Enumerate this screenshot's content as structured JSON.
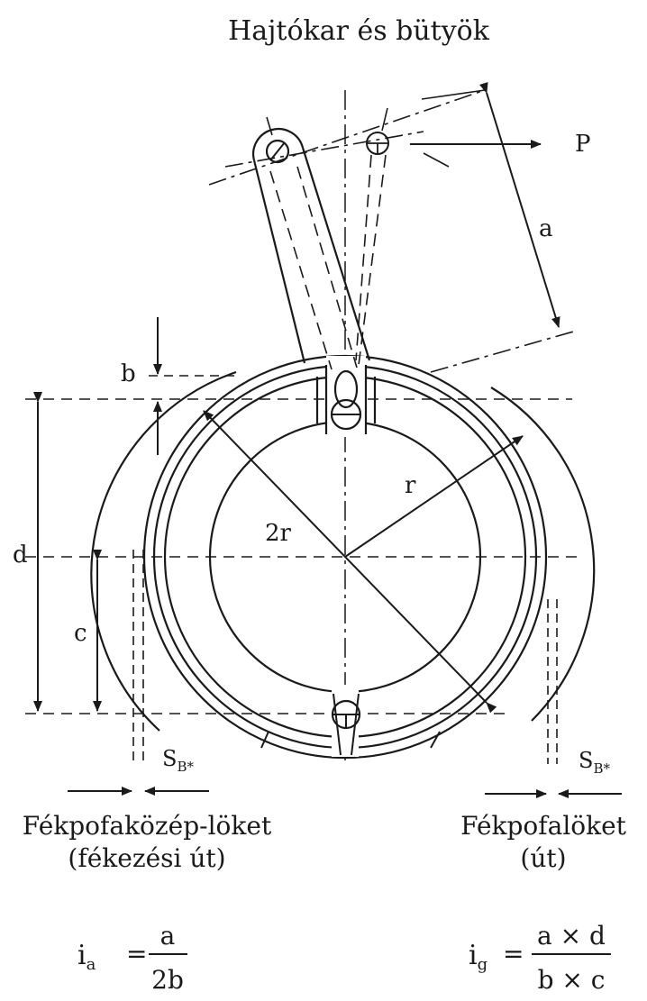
{
  "title": "Hajtókar és bütyök",
  "labels": {
    "force": "P",
    "a": "a",
    "b": "b",
    "c": "c",
    "d": "d",
    "r": "r",
    "two_r": "2r",
    "sb": "S",
    "sb_sub": "B*"
  },
  "captions": {
    "left_line1": "Fékpofaközép-löket",
    "left_line2": "(fékezési út)",
    "right_line1": "Fékpofalöket",
    "right_line2": "(út)"
  },
  "formulas": {
    "ia_main": "i",
    "ia_sub": "a",
    "ia_num": "a",
    "ia_den": "2b",
    "ig_main": "i",
    "ig_sub": "g",
    "ig_num": "a × d",
    "ig_den": "b × c",
    "equals": "="
  },
  "colors": {
    "ink": "#1a1a1a",
    "background": "#ffffff"
  }
}
